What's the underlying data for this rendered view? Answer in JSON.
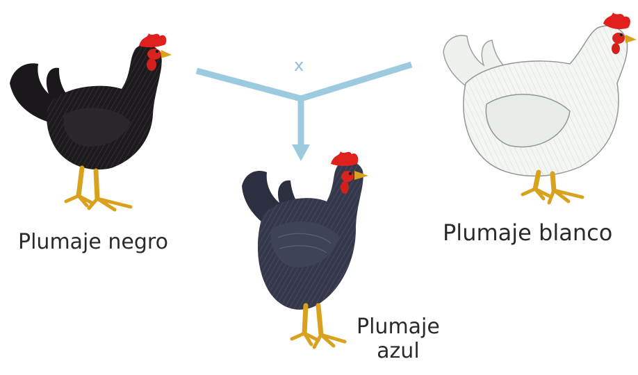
{
  "cross_symbol": "x",
  "parents": {
    "black": {
      "label": "Plumaje negro",
      "plumage_color": "#1c1a1c"
    },
    "white": {
      "label": "Plumaje blanco",
      "plumage_color": "#f4f6f4"
    }
  },
  "offspring": {
    "blue": {
      "label_line1": "Plumaje",
      "label_line2": "azul",
      "plumage_color": "#34384a"
    }
  },
  "colors": {
    "arrow": "#9ccbe0",
    "comb": "#e0201c",
    "legs": "#d9a21e",
    "text": "#2a2a2a"
  },
  "icons": [
    "black-chicken-icon",
    "white-chicken-icon",
    "blue-chicken-icon",
    "cross-arrow-icon"
  ]
}
